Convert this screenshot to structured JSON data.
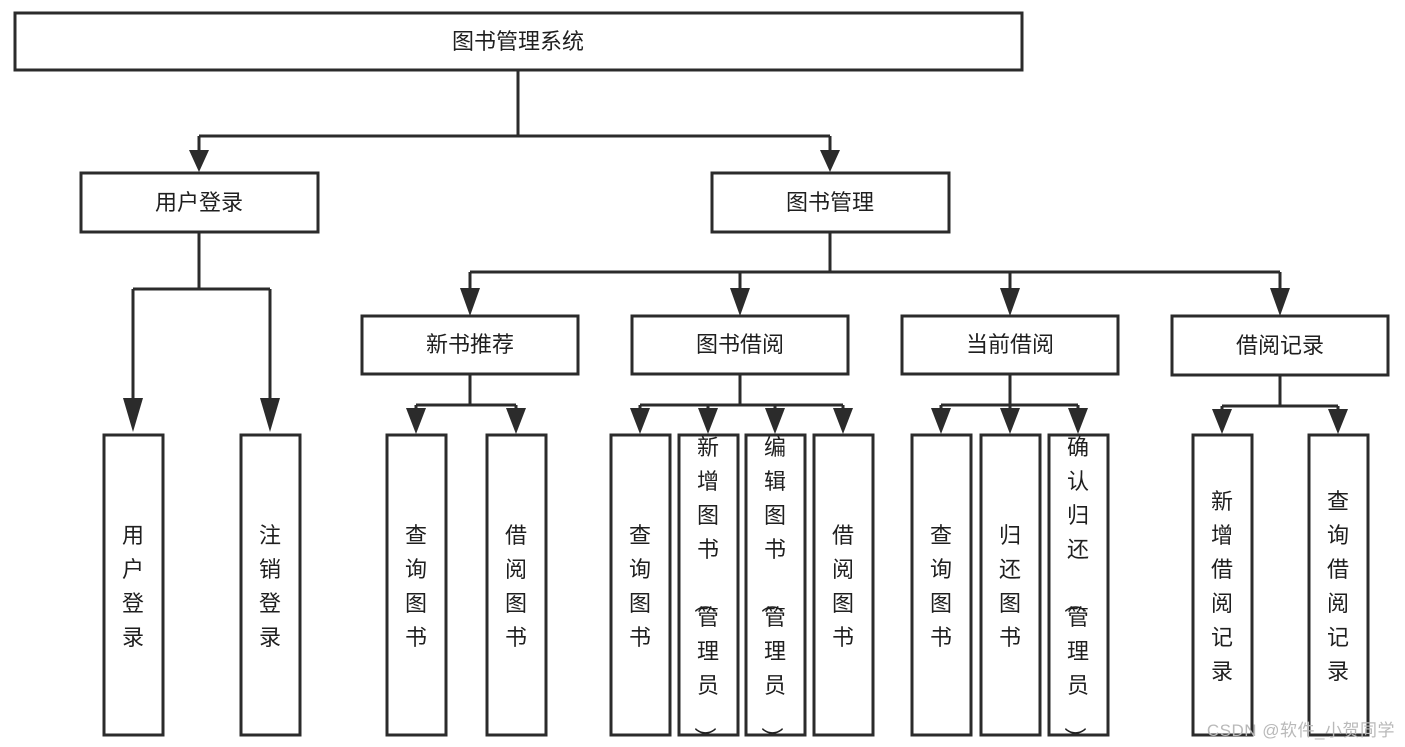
{
  "diagram": {
    "type": "tree",
    "orientation": "top-down",
    "colors": {
      "background": "#ffffff",
      "box_stroke": "#2b2b2b",
      "box_fill": "#ffffff",
      "text": "#1f1f1f",
      "watermark": "#b9b9b9"
    },
    "root": {
      "label": "图书管理系统"
    },
    "level1": [
      {
        "label": "用户登录"
      },
      {
        "label": "图书管理"
      }
    ],
    "level2": [
      {
        "label": "新书推荐"
      },
      {
        "label": "图书借阅"
      },
      {
        "label": "当前借阅"
      },
      {
        "label": "借阅记录"
      }
    ],
    "leaves": {
      "user_login": [
        {
          "label": "用户登录"
        },
        {
          "label": "注销登录"
        }
      ],
      "new_book_recommend": [
        {
          "label": "查询图书"
        },
        {
          "label": "借阅图书"
        }
      ],
      "book_borrow": [
        {
          "label": "查询图书"
        },
        {
          "label": "新增图书（管理员）"
        },
        {
          "label": "编辑图书（管理员）"
        },
        {
          "label": "借阅图书"
        }
      ],
      "current_borrow": [
        {
          "label": "查询图书"
        },
        {
          "label": "归还图书"
        },
        {
          "label": "确认归还（管理员）"
        }
      ],
      "borrow_record": [
        {
          "label": "新增借阅记录"
        },
        {
          "label": "查询借阅记录"
        }
      ]
    }
  },
  "watermark": {
    "text": "CSDN @软件_小贺同学"
  }
}
